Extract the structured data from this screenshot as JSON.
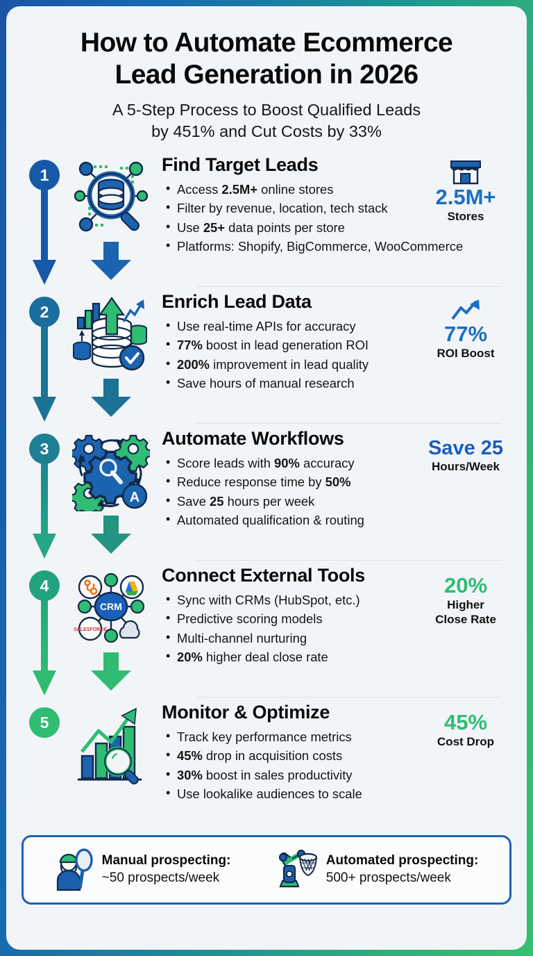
{
  "frame": {
    "gradient_start": "#1B54A8",
    "gradient_end": "#35C06E",
    "card_bg": "#F2F5F8"
  },
  "header": {
    "title_line1": "How to Automate Ecommerce",
    "title_line2": "Lead Generation in 2026",
    "subtitle_line1": "A 5-Step Process to Boost Qualified Leads",
    "subtitle_line2": "by 451% and Cut Costs by 33%"
  },
  "steps": [
    {
      "number": "1",
      "title": "Find Target Leads",
      "badge_color": "#1559A8",
      "arrow_color": "#1559A8",
      "icon_name": "magnifier-database-network-icon",
      "bullets": [
        {
          "pre": "Access ",
          "bold": "2.5M+",
          "post": " online stores"
        },
        {
          "pre": "Filter by revenue, location, tech stack",
          "bold": "",
          "post": ""
        },
        {
          "pre": "Use ",
          "bold": "25+",
          "post": " data points per store"
        },
        {
          "pre": "Platforms: Shopify, BigCommerce, WooCommerce",
          "bold": "",
          "post": ""
        }
      ],
      "stat": {
        "value": "2.5M+",
        "label": "Stores",
        "color": "#1A6FC4",
        "icon_name": "storefront-icon"
      }
    },
    {
      "number": "2",
      "title": "Enrich Lead Data",
      "badge_color": "#1A6E9E",
      "arrow_color": "#1A6E9E",
      "icon_name": "database-growth-check-icon",
      "bullets": [
        {
          "pre": "Use real-time APIs for accuracy",
          "bold": "",
          "post": ""
        },
        {
          "pre": "",
          "bold": "77%",
          "post": " boost in lead generation ROI"
        },
        {
          "pre": "",
          "bold": "200%",
          "post": " improvement in lead quality"
        },
        {
          "pre": "Save hours of manual research",
          "bold": "",
          "post": ""
        }
      ],
      "stat": {
        "value": "77%",
        "label": "ROI Boost",
        "color": "#1A6FC4",
        "icon_name": "trend-up-arrow-icon"
      }
    },
    {
      "number": "3",
      "title": "Automate Workflows",
      "badge_color": "#1C7F93",
      "arrow_color": "#1C7F93",
      "icon_name": "gears-automation-icon",
      "bullets": [
        {
          "pre": "Score leads with ",
          "bold": "90%",
          "post": " accuracy"
        },
        {
          "pre": "Reduce response time by ",
          "bold": "50%",
          "post": ""
        },
        {
          "pre": "Save ",
          "bold": "25",
          "post": " hours per week"
        },
        {
          "pre": "Automated qualification & routing",
          "bold": "",
          "post": ""
        }
      ],
      "stat": {
        "value": "Save 25",
        "label": "Hours/Week",
        "color": "#1A5FB8",
        "icon_name": "none"
      }
    },
    {
      "number": "4",
      "title": "Connect External Tools",
      "badge_color": "#22A380",
      "arrow_color": "#29B47B",
      "icon_name": "crm-hub-integrations-icon",
      "bullets": [
        {
          "pre": "Sync with CRMs (HubSpot, etc.)",
          "bold": "",
          "post": ""
        },
        {
          "pre": "Predictive scoring models",
          "bold": "",
          "post": ""
        },
        {
          "pre": "Multi-channel nurturing",
          "bold": "",
          "post": ""
        },
        {
          "pre": "",
          "bold": "20%",
          "post": " higher deal close rate"
        }
      ],
      "stat": {
        "value": "20%",
        "label_line1": "Higher",
        "label_line2": "Close Rate",
        "color": "#2EBE72",
        "icon_name": "none"
      }
    },
    {
      "number": "5",
      "title": "Monitor & Optimize",
      "badge_color": "#2EBD72",
      "arrow_color": "",
      "icon_name": "bar-chart-growth-magnifier-icon",
      "bullets": [
        {
          "pre": "Track key performance metrics",
          "bold": "",
          "post": ""
        },
        {
          "pre": "",
          "bold": "45%",
          "post": " drop in acquisition costs"
        },
        {
          "pre": "",
          "bold": "30%",
          "post": " boost in sales productivity"
        },
        {
          "pre": "Use lookalike audiences to scale",
          "bold": "",
          "post": ""
        }
      ],
      "stat": {
        "value": "45%",
        "label": "Cost Drop",
        "color": "#2EBE72",
        "icon_name": "none"
      }
    }
  ],
  "compare": {
    "border_color": "#1C62B4",
    "left": {
      "icon_name": "person-with-net-icon",
      "title": "Manual prospecting:",
      "detail": "~50 prospects/week"
    },
    "right": {
      "icon_name": "robot-arm-net-icon",
      "title": "Automated prospecting:",
      "detail": "500+ prospects/week"
    }
  }
}
